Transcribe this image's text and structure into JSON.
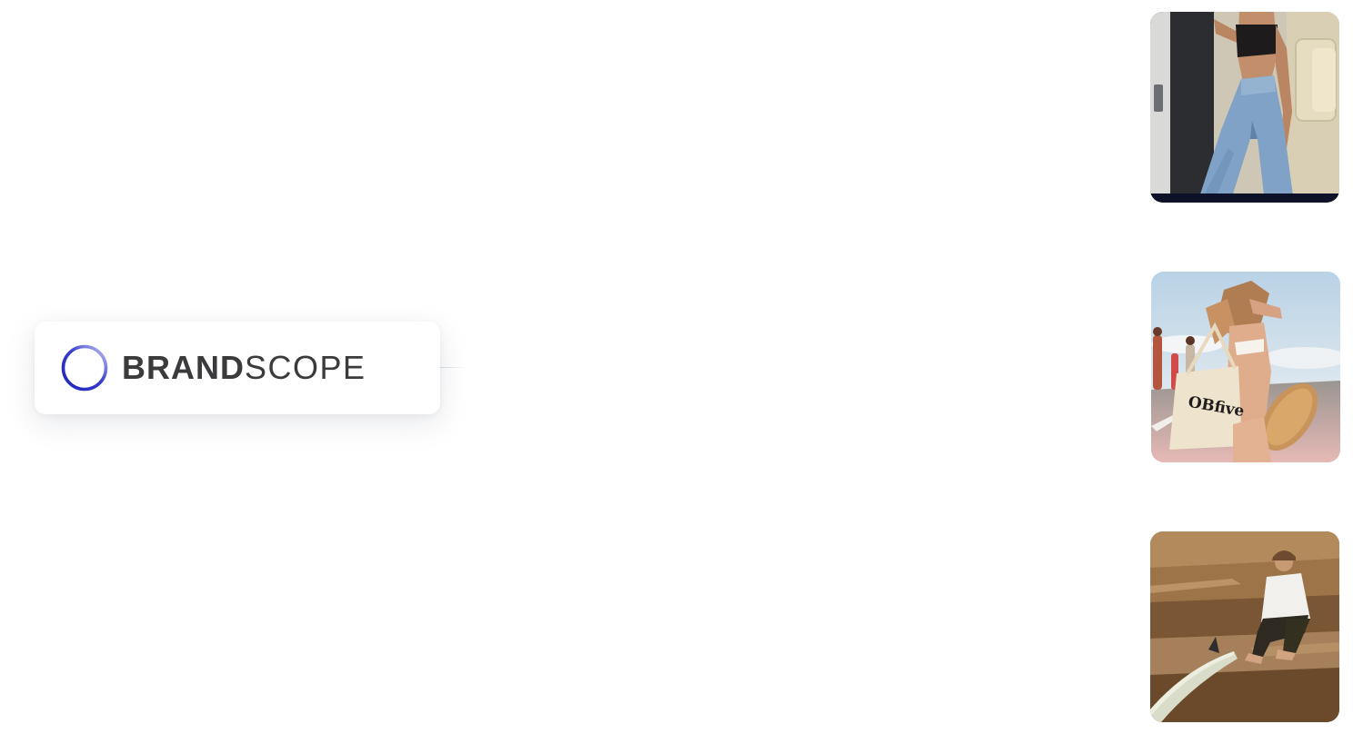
{
  "brand": {
    "name_bold": "BRAND",
    "name_light": "SCOPE",
    "logo_icon": "ring-icon",
    "ring_color_dark": "#1f22b8",
    "ring_color_light": "#b9bcf0",
    "text_color": "#3b3b3d"
  },
  "tiles": [
    {
      "icon": "photo-woman-denim-van"
    },
    {
      "icon": "photo-woman-skateboard-tote",
      "tote_text": "OBfive"
    },
    {
      "icon": "photo-man-rocks-surfboard"
    }
  ]
}
